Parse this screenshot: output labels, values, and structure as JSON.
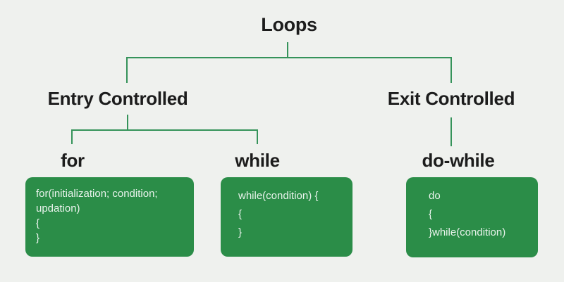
{
  "colors": {
    "background": "#eff1ee",
    "connector_green": "#35935a",
    "box_green": "#2b8d48",
    "box_text": "#e9f3ec",
    "heading_text": "#1c1c1c"
  },
  "diagram": {
    "root_label": "Loops",
    "branches": [
      {
        "label": "Entry Controlled"
      },
      {
        "label": "Exit Controlled"
      }
    ],
    "leaves": [
      {
        "label": "for",
        "code_lines": [
          "for(initialization; condition;",
          "updation)",
          "{",
          "}"
        ]
      },
      {
        "label": "while",
        "code_lines": [
          "while(condition) {",
          "{",
          "}"
        ]
      },
      {
        "label": "do-while",
        "code_lines": [
          "do",
          "{",
          "}while(condition)"
        ]
      }
    ]
  }
}
